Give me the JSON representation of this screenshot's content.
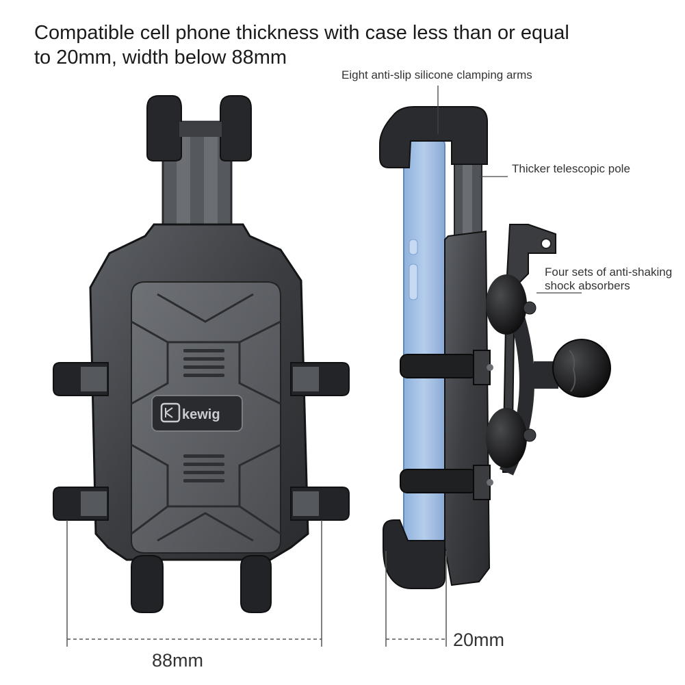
{
  "headline": {
    "line1": "Compatible cell phone thickness with case less than or equal",
    "line2": "to 20mm, width below 88mm"
  },
  "callouts": {
    "clamping_arms": "Eight anti-slip silicone clamping arms",
    "telescopic_pole": "Thicker telescopic pole",
    "shock_absorbers_line1": "Four sets of anti-shaking",
    "shock_absorbers_line2": "shock absorbers"
  },
  "logo": {
    "text": "kewig"
  },
  "dimensions": {
    "width": "88mm",
    "thickness": "20mm"
  },
  "colors": {
    "body": "#4a4c50",
    "dark": "#1e1f21",
    "phone": "#a9c4e6"
  }
}
